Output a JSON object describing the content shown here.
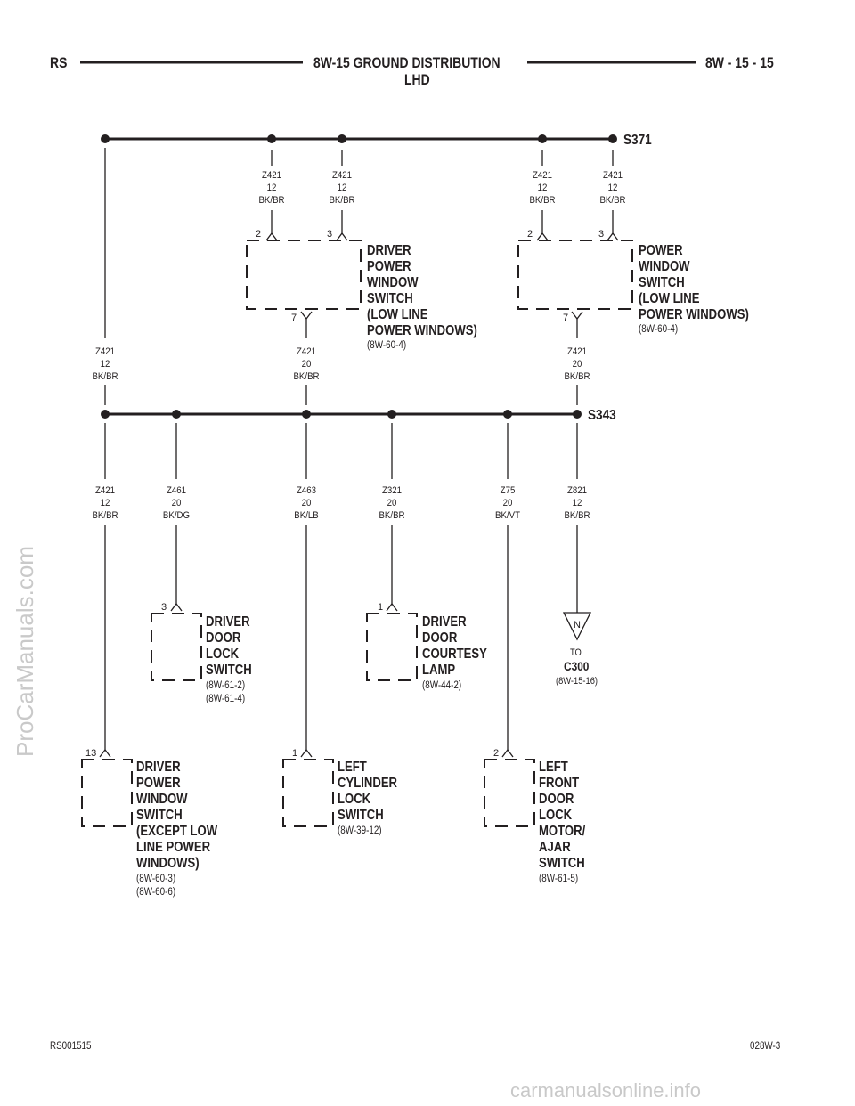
{
  "header": {
    "left": "RS",
    "title_line1": "8W-15 GROUND DISTRIBUTION",
    "title_line2": "LHD",
    "right": "8W - 15 - 15"
  },
  "footer": {
    "left": "RS001515",
    "right": "028W-3"
  },
  "watermarks": {
    "side": "ProCarManuals.com",
    "bottom": "carmanualsonline.info"
  },
  "splices": {
    "top": "S371",
    "mid": "S343"
  },
  "wires": {
    "top_1": [
      "Z421",
      "12",
      "BK/BR"
    ],
    "top_2": [
      "Z421",
      "12",
      "BK/BR"
    ],
    "top_3": [
      "Z421",
      "12",
      "BK/BR"
    ],
    "top_4": [
      "Z421",
      "12",
      "BK/BR"
    ],
    "left_vert": [
      "Z421",
      "12",
      "BK/BR"
    ],
    "sw1_out": [
      "Z421",
      "20",
      "BK/BR"
    ],
    "sw2_out": [
      "Z421",
      "20",
      "BK/BR"
    ],
    "b1": [
      "Z421",
      "12",
      "BK/BR"
    ],
    "b2": [
      "Z461",
      "20",
      "BK/DG"
    ],
    "b3": [
      "Z463",
      "20",
      "BK/LB"
    ],
    "b4": [
      "Z321",
      "20",
      "BK/BR"
    ],
    "b5": [
      "Z75",
      "20",
      "BK/VT"
    ],
    "b6": [
      "Z821",
      "12",
      "BK/BR"
    ]
  },
  "pins": {
    "sw1_a": "2",
    "sw1_b": "3",
    "sw1_c": "7",
    "sw2_a": "2",
    "sw2_b": "3",
    "sw2_c": "7",
    "lock_sw": "3",
    "lamp": "1",
    "dpws": "13",
    "cyl": "1",
    "motor": "2"
  },
  "components": {
    "sw1": {
      "lines": [
        "DRIVER",
        "POWER",
        "WINDOW",
        "SWITCH",
        "(LOW LINE",
        "POWER WINDOWS)"
      ],
      "refs": [
        "(8W-60-4)"
      ]
    },
    "sw2": {
      "lines": [
        "POWER",
        "WINDOW",
        "SWITCH",
        "(LOW LINE",
        "POWER WINDOWS)"
      ],
      "refs": [
        "(8W-60-4)"
      ]
    },
    "lock_sw": {
      "lines": [
        "DRIVER",
        "DOOR",
        "LOCK",
        "SWITCH"
      ],
      "refs": [
        "(8W-61-2)",
        "(8W-61-4)"
      ]
    },
    "lamp": {
      "lines": [
        "DRIVER",
        "DOOR",
        "COURTESY",
        "LAMP"
      ],
      "refs": [
        "(8W-44-2)"
      ]
    },
    "dpws": {
      "lines": [
        "DRIVER",
        "POWER",
        "WINDOW",
        "SWITCH",
        "(EXCEPT LOW",
        "LINE POWER",
        "WINDOWS)"
      ],
      "refs": [
        "(8W-60-3)",
        "(8W-60-6)"
      ]
    },
    "cyl": {
      "lines": [
        "LEFT",
        "CYLINDER",
        "LOCK",
        "SWITCH"
      ],
      "refs": [
        "(8W-39-12)"
      ]
    },
    "motor": {
      "lines": [
        "LEFT",
        "FRONT",
        "DOOR",
        "LOCK",
        "MOTOR/",
        "AJAR",
        "SWITCH"
      ],
      "refs": [
        "(8W-61-5)"
      ]
    }
  },
  "ground_ref": {
    "symbol": "N",
    "to": "TO",
    "connector": "C300",
    "ref": "(8W-15-16)"
  }
}
